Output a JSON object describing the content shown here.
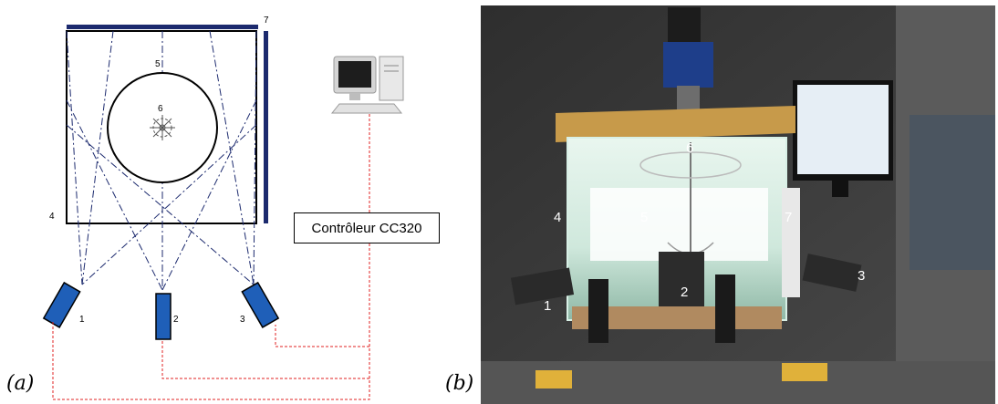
{
  "panel_a": {
    "label": "(a)",
    "labels": {
      "walls": "4",
      "cylinder": "5",
      "target": "6",
      "light": "7",
      "cam1": "1",
      "cam2": "2",
      "cam3": "3"
    },
    "controller": "Contrôleur CC320",
    "colors": {
      "camera": "#1f5fb8",
      "panel_bar": "#1c2a6e",
      "rays": "#1c2a6e",
      "cables": "#e02020"
    }
  },
  "panel_b": {
    "label": "(b)",
    "labels": {
      "target": "6",
      "walls": "4",
      "cylinder": "5",
      "light": "7",
      "cam1": "1",
      "cam2": "2",
      "cam3": "3"
    }
  }
}
